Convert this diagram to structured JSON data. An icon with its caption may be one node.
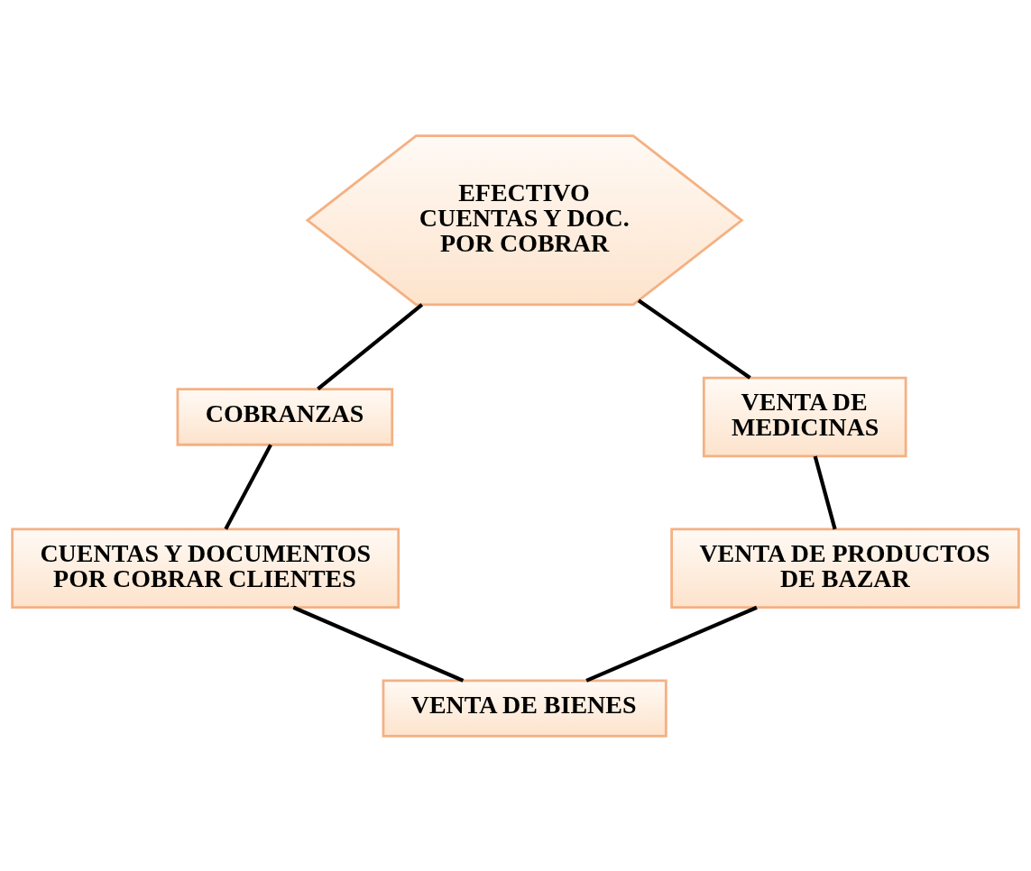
{
  "diagram": {
    "nodes": [
      {
        "text": [
          "EFECTIVO CUENTAS Y DOC. POR COBRAR"
        ]
      },
      {
        "text": [
          "COBRANZAS"
        ]
      },
      {
        "text": [
          "VENTA DE MEDICINAS"
        ]
      },
      {
        "text": [
          "CUENTAS Y DOCUMENTOS POR COBRAR CLIENTES"
        ]
      },
      {
        "text": [
          "VENTA DE PRODUCTOS DE BAZAR"
        ]
      },
      {
        "text": [
          "VENTA DE BIENES"
        ]
      }
    ],
    "edges": [
      {
        "from": 0,
        "to": 1,
        "arrow": "none"
      },
      {
        "from": 0,
        "to": 2,
        "arrow": "none"
      },
      {
        "from": 1,
        "to": 3,
        "arrow": "none"
      },
      {
        "from": 2,
        "to": 4,
        "arrow": "none"
      },
      {
        "from": 3,
        "to": 5,
        "arrow": "none"
      },
      {
        "from": 5,
        "to": 4,
        "arrow": "none"
      }
    ]
  }
}
